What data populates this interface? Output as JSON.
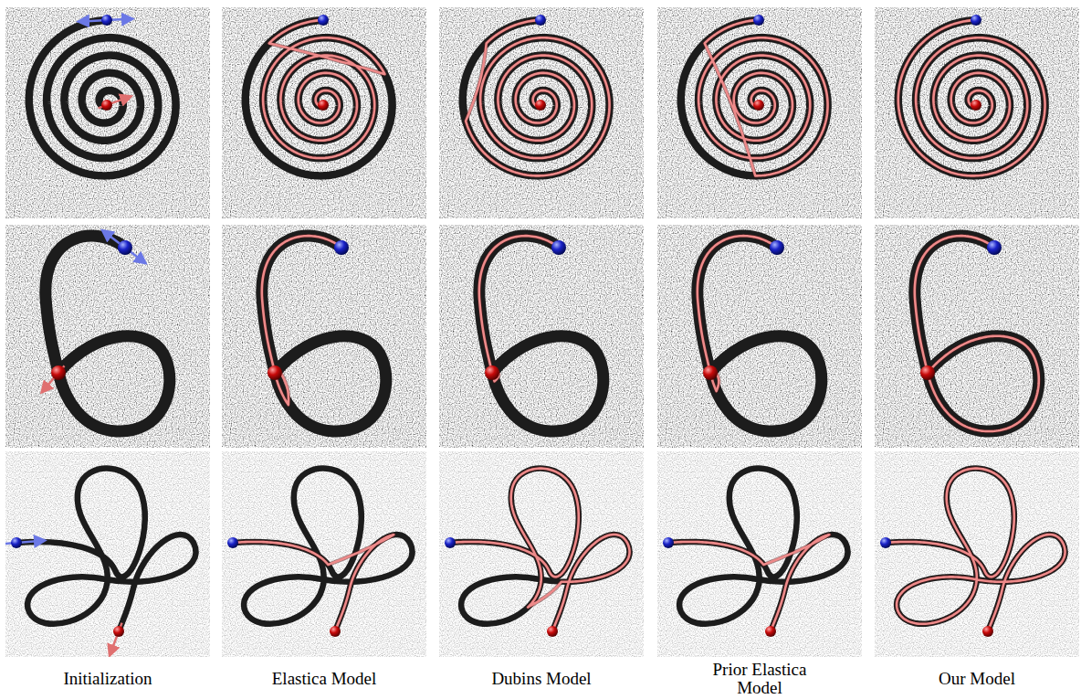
{
  "diagram": {
    "labels": [
      "Initialization",
      "Elastica Model",
      "Dubins Model",
      "Prior Elastica Model",
      "Our Model"
    ]
  }
}
